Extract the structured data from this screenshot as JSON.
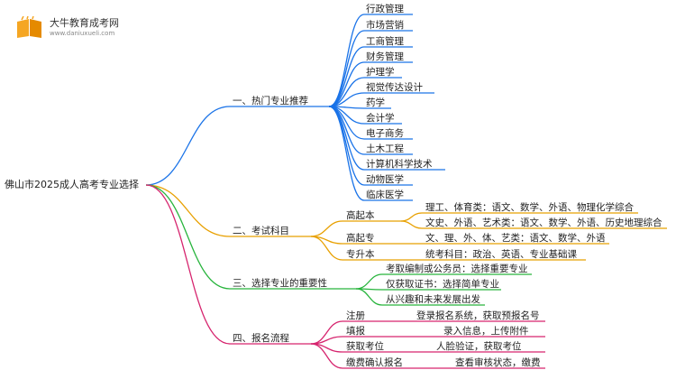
{
  "logo": {
    "title": "大牛教育成考网",
    "url": "www.daniuxueli.com"
  },
  "root": "佛山市2025成人高考专业选择",
  "branches": [
    {
      "label": "一、热门专业推荐",
      "color": "#1a73e8",
      "children": [
        "行政管理",
        "市场营销",
        "工商管理",
        "财务管理",
        "护理学",
        "视觉传达设计",
        "药学",
        "会计学",
        "电子商务",
        "土木工程",
        "计算机科学技术",
        "动物医学",
        "临床医学"
      ]
    },
    {
      "label": "二、考试科目",
      "color": "#e8a000",
      "children": [
        {
          "label": "高起本",
          "details": [
            "理工、体育类：语文、数学、外语、物理化学综合",
            "文史、外语、艺术类：语文、数学、外语、历史地理综合"
          ]
        },
        {
          "label": "高起专",
          "details": [
            "文、理、外、体、艺类：语文、数学、外语"
          ]
        },
        {
          "label": "专升本",
          "details": [
            "统考科目：政治、英语、专业基础课"
          ]
        }
      ]
    },
    {
      "label": "三、选择专业的重要性",
      "color": "#27b43c",
      "children": [
        "考取编制或公务员：选择重要专业",
        "仅获取证书：选择简单专业",
        "从兴趣和未来发展出发"
      ]
    },
    {
      "label": "四、报名流程",
      "color": "#d6246e",
      "children": [
        {
          "label": "注册",
          "detail": "登录报名系统，获取预报名号"
        },
        {
          "label": "填报",
          "detail": "录入信息，上传附件"
        },
        {
          "label": "获取考位",
          "detail": "人脸验证，获取考位"
        },
        {
          "label": "缴费确认报名",
          "detail": "查看审核状态，缴费"
        }
      ]
    }
  ]
}
